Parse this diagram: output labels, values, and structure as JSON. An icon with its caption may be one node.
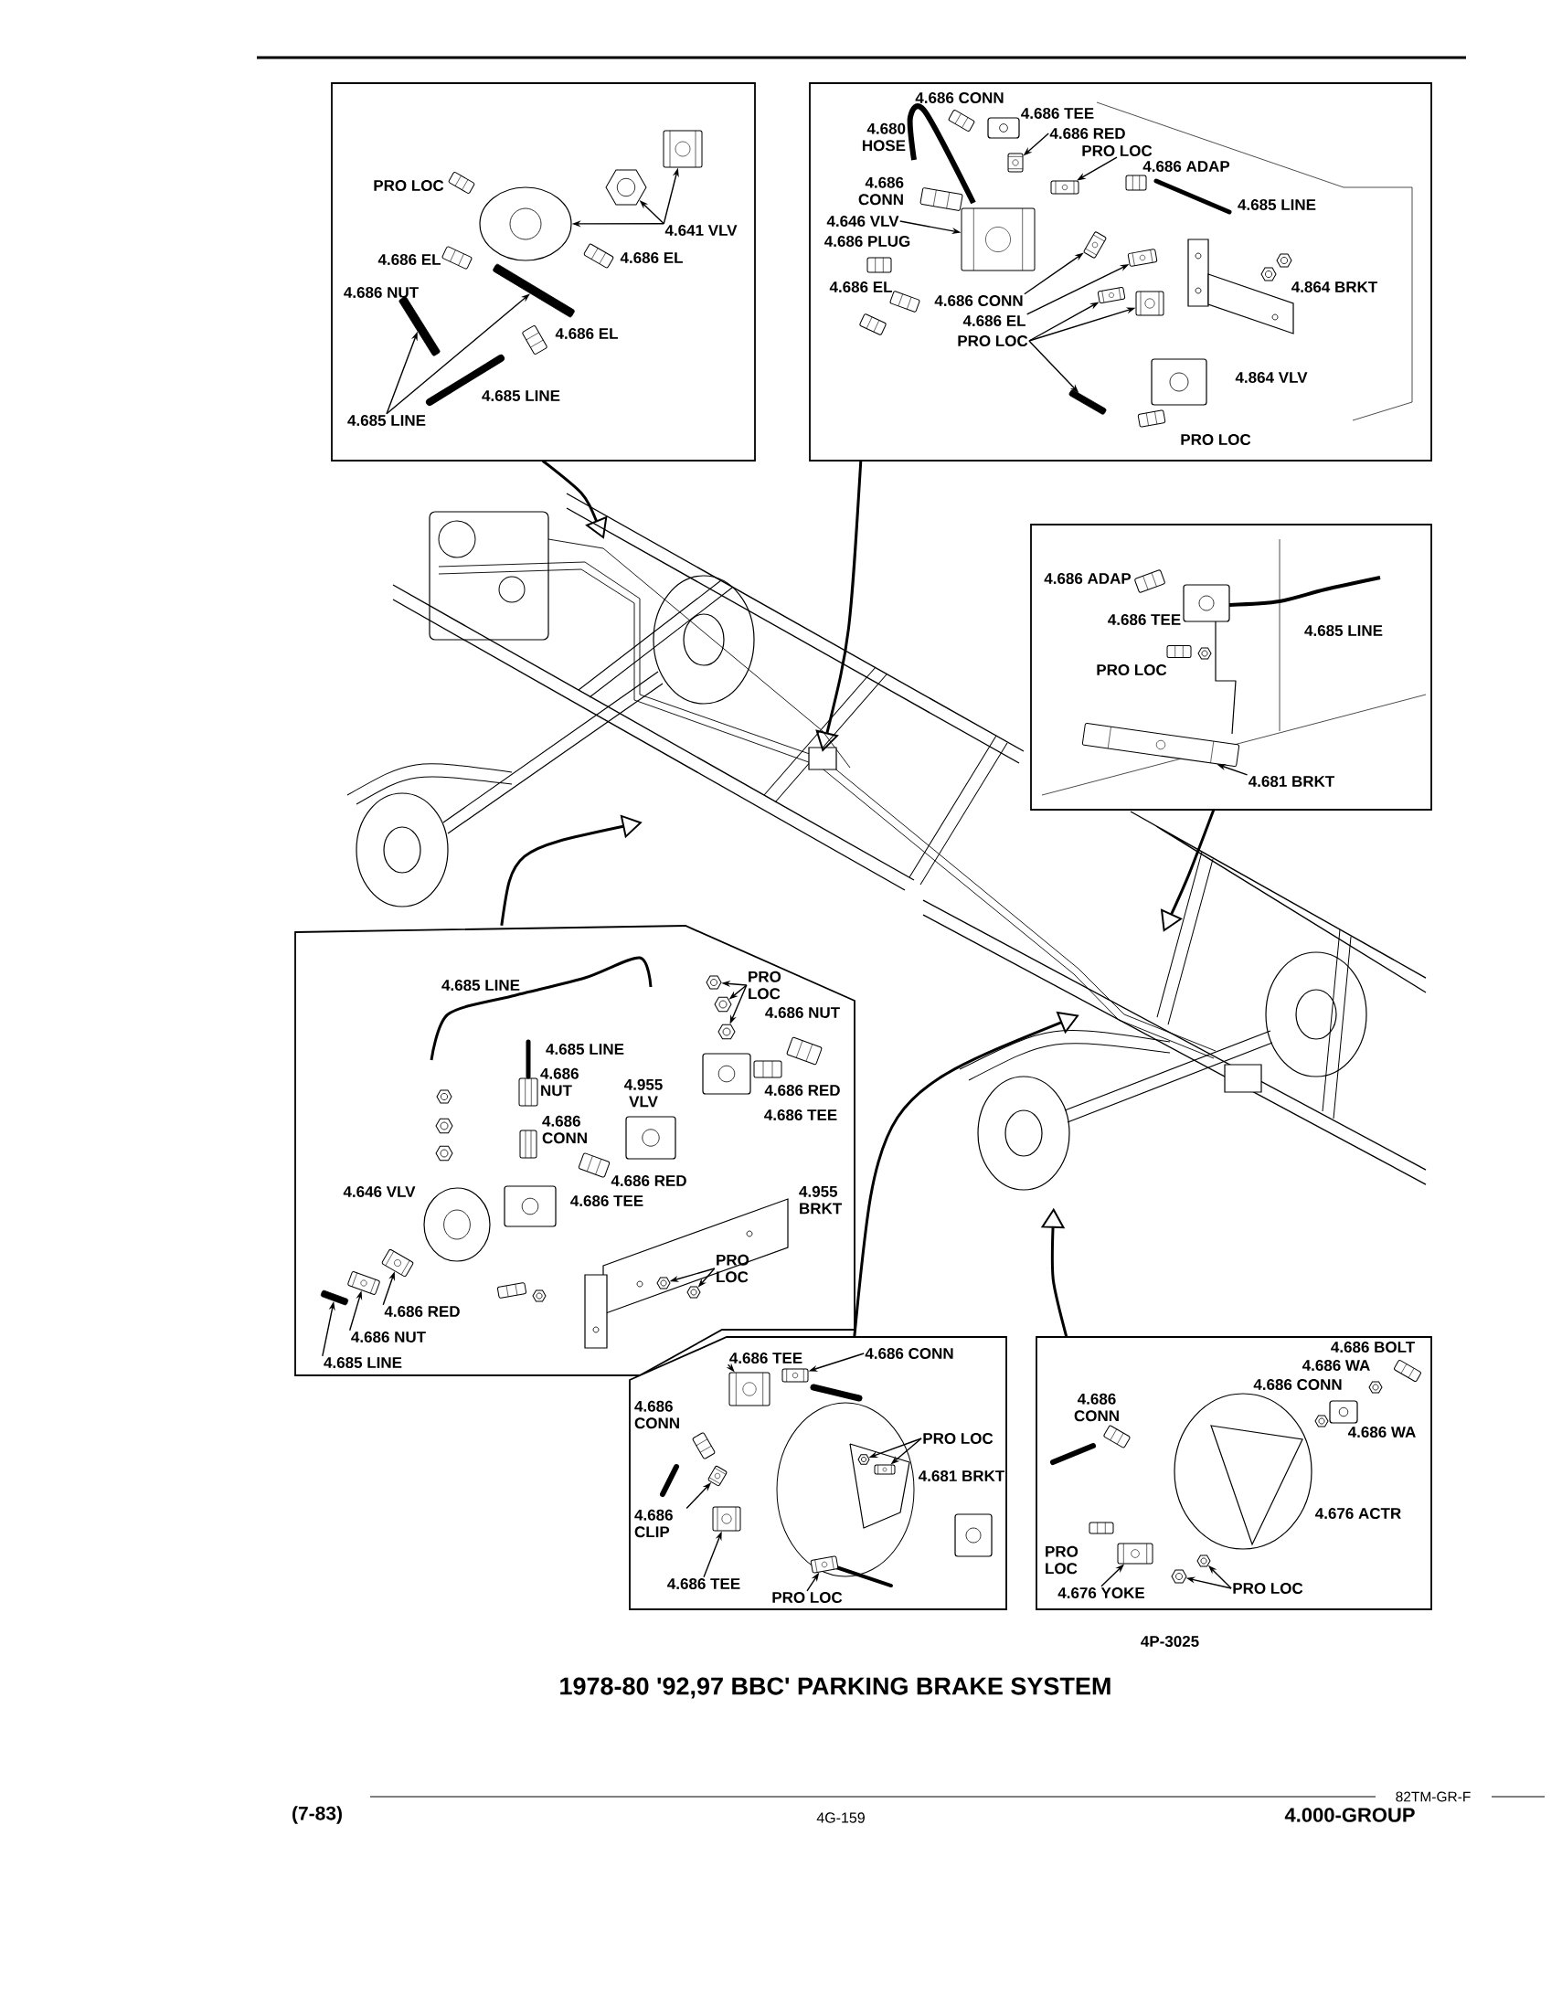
{
  "diagram": {
    "title": "1978-80 '92,97 BBC' PARKING BRAKE SYSTEM",
    "nodes": [
      {
        "text": [],
        "shape": "box"
      },
      {
        "text": [
          "PRO LOC"
        ],
        "in": 0
      },
      {
        "text": [
          "4.641 VLV"
        ],
        "in": 0
      },
      {
        "text": [
          "4.686 EL"
        ],
        "in": 0
      },
      {
        "text": [
          "4.686 EL"
        ],
        "in": 0
      },
      {
        "text": [
          "4.686 NUT"
        ],
        "in": 0
      },
      {
        "text": [
          "4.686 EL"
        ],
        "in": 0
      },
      {
        "text": [
          "4.685 LINE"
        ],
        "in": 0
      },
      {
        "text": [
          "4.685 LINE"
        ],
        "in": 0
      },
      {
        "text": [],
        "shape": "box"
      },
      {
        "text": [
          "4.686 CONN"
        ],
        "in": 9
      },
      {
        "text": [
          "4.686 TEE"
        ],
        "in": 9
      },
      {
        "text": [
          "4.680 HOSE"
        ],
        "in": 9
      },
      {
        "text": [
          "4.686 RED"
        ],
        "in": 9
      },
      {
        "text": [
          "PRO LOC"
        ],
        "in": 9
      },
      {
        "text": [
          "4.686 ADAP"
        ],
        "in": 9
      },
      {
        "text": [
          "4.686 CONN"
        ],
        "in": 9
      },
      {
        "text": [
          "4.685 LINE"
        ],
        "in": 9
      },
      {
        "text": [
          "4.646 VLV"
        ],
        "in": 9
      },
      {
        "text": [
          "4.686 PLUG"
        ],
        "in": 9
      },
      {
        "text": [
          "4.686 EL"
        ],
        "in": 9
      },
      {
        "text": [
          "4.864 BRKT"
        ],
        "in": 9
      },
      {
        "text": [
          "4.686 CONN"
        ],
        "in": 9
      },
      {
        "text": [
          "4.686 EL"
        ],
        "in": 9
      },
      {
        "text": [
          "PRO LOC"
        ],
        "in": 9
      },
      {
        "text": [
          "4.864 VLV"
        ],
        "in": 9
      },
      {
        "text": [
          "PRO LOC"
        ],
        "in": 9
      },
      {
        "text": [],
        "shape": "picture"
      },
      {
        "text": [],
        "shape": "box"
      },
      {
        "text": [
          "4.686 ADAP"
        ],
        "in": 28
      },
      {
        "text": [
          "4.686 TEE"
        ],
        "in": 28
      },
      {
        "text": [
          "4.685 LINE"
        ],
        "in": 28
      },
      {
        "text": [
          "PRO LOC"
        ],
        "in": 28
      },
      {
        "text": [
          "4.681 BRKT"
        ],
        "in": 28
      },
      {
        "text": [],
        "shape": "box"
      },
      {
        "text": [
          "4.685 LINE"
        ],
        "in": 34
      },
      {
        "text": [
          "PRO LOC"
        ],
        "in": 34
      },
      {
        "text": [
          "4.686 NUT"
        ],
        "in": 34
      },
      {
        "text": [
          "4.685 LINE"
        ],
        "in": 34
      },
      {
        "text": [
          "4.686 NUT"
        ],
        "in": 34
      },
      {
        "text": [
          "4.955 VLV"
        ],
        "in": 34
      },
      {
        "text": [
          "4.686 RED"
        ],
        "in": 34
      },
      {
        "text": [
          "4.686 TEE"
        ],
        "in": 34
      },
      {
        "text": [
          "4.686 CONN"
        ],
        "in": 34
      },
      {
        "text": [
          "4.646 VLV"
        ],
        "in": 34
      },
      {
        "text": [
          "4.686 RED"
        ],
        "in": 34
      },
      {
        "text": [
          "4.686 TEE"
        ],
        "in": 34
      },
      {
        "text": [
          "4.955 BRKT"
        ],
        "in": 34
      },
      {
        "text": [
          "PRO LOC"
        ],
        "in": 34
      },
      {
        "text": [
          "4.686 RED"
        ],
        "in": 34
      },
      {
        "text": [
          "4.686 NUT"
        ],
        "in": 34
      },
      {
        "text": [
          "4.685 LINE"
        ],
        "in": 34
      },
      {
        "text": [],
        "shape": "box"
      },
      {
        "text": [
          "4.686 TEE"
        ],
        "in": 52
      },
      {
        "text": [
          "4.686 CONN"
        ],
        "in": 52
      },
      {
        "text": [
          "4.686 CONN"
        ],
        "in": 52
      },
      {
        "text": [
          "PRO LOC"
        ],
        "in": 52
      },
      {
        "text": [
          "4.681 BRKT"
        ],
        "in": 52
      },
      {
        "text": [
          "4.686 CLIP"
        ],
        "in": 52
      },
      {
        "text": [
          "4.686 TEE"
        ],
        "in": 52
      },
      {
        "text": [
          "PRO LOC"
        ],
        "in": 52
      },
      {
        "text": [],
        "shape": "box"
      },
      {
        "text": [
          "4.686 BOLT"
        ],
        "in": 61
      },
      {
        "text": [
          "4.686 WA"
        ],
        "in": 61
      },
      {
        "text": [
          "4.686 CONN"
        ],
        "in": 61
      },
      {
        "text": [
          "4.686 CONN"
        ],
        "in": 61
      },
      {
        "text": [
          "4.686 WA"
        ],
        "in": 61
      },
      {
        "text": [
          "4.676 ACTR"
        ],
        "in": 61
      },
      {
        "text": [
          "PRO LOC"
        ],
        "in": 61
      },
      {
        "text": [
          "4.676 YOKE"
        ],
        "in": 61
      },
      {
        "text": [
          "PRO LOC"
        ],
        "in": 61
      },
      {
        "text": [],
        "shape": "picture"
      },
      {
        "text": [],
        "shape": "picture",
        "in": 0
      },
      {
        "text": [],
        "shape": "picture",
        "in": 0
      },
      {
        "text": [],
        "shape": "picture",
        "in": 0
      },
      {
        "text": [],
        "shape": "picture",
        "in": 0
      },
      {
        "text": [],
        "shape": "picture",
        "in": 0
      },
      {
        "text": [],
        "shape": "picture",
        "in": 9
      },
      {
        "text": [],
        "shape": "picture",
        "in": 9
      },
      {
        "text": [],
        "shape": "picture",
        "in": 9
      },
      {
        "text": [],
        "shape": "picture",
        "in": 9
      },
      {
        "text": [],
        "shape": "picture",
        "in": 9
      },
      {
        "text": [],
        "shape": "picture",
        "in": 9
      },
      {
        "text": [],
        "shape": "picture",
        "in": 9
      },
      {
        "text": [],
        "shape": "picture",
        "in": 9
      },
      {
        "text": [],
        "shape": "picture",
        "in": 28
      },
      {
        "text": [],
        "shape": "picture",
        "in": 34
      },
      {
        "text": [],
        "shape": "picture",
        "in": 34
      },
      {
        "text": [],
        "shape": "picture",
        "in": 34
      },
      {
        "text": [],
        "shape": "picture",
        "in": 34
      },
      {
        "text": [],
        "shape": "picture",
        "in": 34
      },
      {
        "text": [],
        "shape": "picture",
        "in": 34
      },
      {
        "text": [],
        "shape": "picture",
        "in": 34
      },
      {
        "text": [],
        "shape": "picture",
        "in": 34
      },
      {
        "text": [],
        "shape": "picture",
        "in": 52
      },
      {
        "text": [],
        "shape": "picture",
        "in": 52
      },
      {
        "text": [],
        "shape": "picture",
        "in": 52
      },
      {
        "text": [],
        "shape": "picture",
        "in": 52
      },
      {
        "text": [],
        "shape": "picture",
        "in": 52
      },
      {
        "text": [],
        "shape": "picture",
        "in": 52
      },
      {
        "text": [],
        "shape": "picture",
        "in": 52
      },
      {
        "text": [],
        "shape": "picture",
        "in": 61
      },
      {
        "text": [],
        "shape": "picture",
        "in": 61
      },
      {
        "text": [],
        "shape": "picture",
        "in": 61
      }
    ],
    "edges": [
      {
        "from": 2,
        "to": 72,
        "arrow": "to"
      },
      {
        "from": 2,
        "to": 73,
        "arrow": "to"
      },
      {
        "from": 2,
        "to": 74,
        "arrow": "to"
      },
      {
        "from": 8,
        "to": 75,
        "arrow": "to"
      },
      {
        "from": 8,
        "to": 76,
        "arrow": "to"
      },
      {
        "from": 13,
        "to": 77,
        "arrow": "to"
      },
      {
        "from": 14,
        "to": 78,
        "arrow": "to"
      },
      {
        "from": 18,
        "to": 79,
        "arrow": "to"
      },
      {
        "from": 22,
        "to": 80,
        "arrow": "to"
      },
      {
        "from": 23,
        "to": 81,
        "arrow": "to"
      },
      {
        "from": 24,
        "to": 82,
        "arrow": "to"
      },
      {
        "from": 24,
        "to": 83,
        "arrow": "to"
      },
      {
        "from": 24,
        "to": 84,
        "arrow": "to"
      },
      {
        "from": 33,
        "to": 85,
        "arrow": "to"
      },
      {
        "from": 36,
        "to": 86,
        "arrow": "to"
      },
      {
        "from": 36,
        "to": 87,
        "arrow": "to"
      },
      {
        "from": 36,
        "to": 88,
        "arrow": "to"
      },
      {
        "from": 48,
        "to": 89,
        "arrow": "to"
      },
      {
        "from": 48,
        "to": 90,
        "arrow": "to"
      },
      {
        "from": 49,
        "to": 91,
        "arrow": "to"
      },
      {
        "from": 50,
        "to": 92,
        "arrow": "to"
      },
      {
        "from": 51,
        "to": 93,
        "arrow": "to"
      },
      {
        "from": 53,
        "to": 94,
        "arrow": "to"
      },
      {
        "from": 54,
        "to": 95,
        "arrow": "to"
      },
      {
        "from": 56,
        "to": 96,
        "arrow": "to"
      },
      {
        "from": 56,
        "to": 97,
        "arrow": "to"
      },
      {
        "from": 58,
        "to": 98,
        "arrow": "to"
      },
      {
        "from": 59,
        "to": 99,
        "arrow": "to"
      },
      {
        "from": 60,
        "to": 100,
        "arrow": "to"
      },
      {
        "from": 69,
        "to": 101,
        "arrow": "to"
      },
      {
        "from": 70,
        "to": 102,
        "arrow": "to"
      },
      {
        "from": 70,
        "to": 103,
        "arrow": "to"
      },
      {
        "from": 0,
        "to": 27,
        "arrow": "to"
      },
      {
        "from": 9,
        "to": 27,
        "arrow": "to"
      },
      {
        "from": 28,
        "to": 71,
        "arrow": "to"
      },
      {
        "from": 34,
        "to": 27,
        "arrow": "to"
      },
      {
        "from": 52,
        "to": 71,
        "arrow": "to"
      },
      {
        "from": 61,
        "to": 71,
        "arrow": "to"
      }
    ],
    "labels": [
      "4P-3025",
      "82TM-GR-F",
      "(7-83)",
      "4G-159",
      "4.000-GROUP"
    ]
  }
}
